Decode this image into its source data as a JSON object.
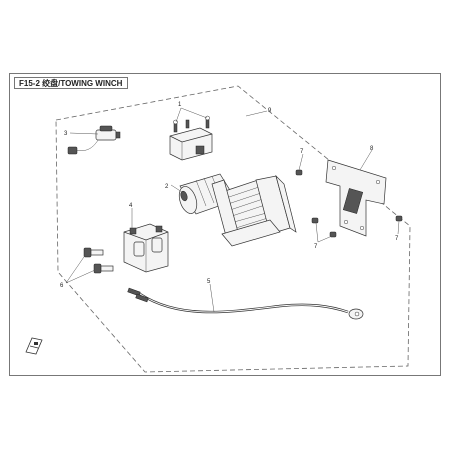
{
  "title": "F15-2 绞盘/TOWING WINCH",
  "callouts": {
    "c1": "1",
    "c2": "2",
    "c3": "3",
    "c4": "4",
    "c5": "5",
    "c6": "6",
    "c7a": "7",
    "c7b": "7",
    "c7c": "7",
    "c8": "8",
    "c9": "9"
  }
}
